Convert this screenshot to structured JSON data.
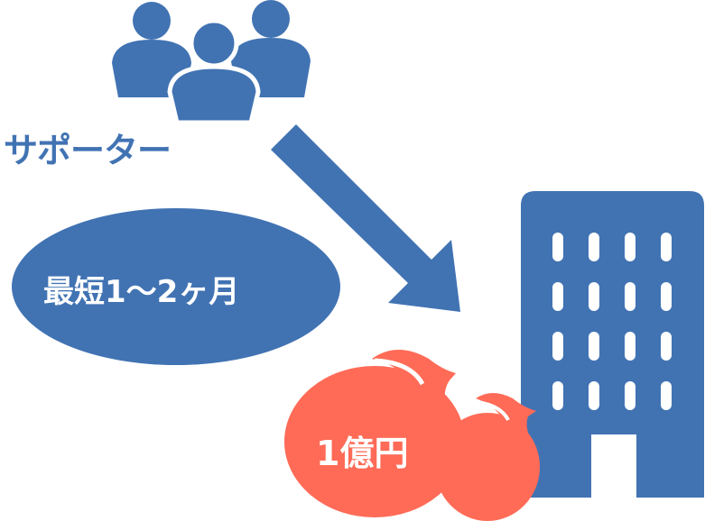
{
  "labels": {
    "supporter": "サポーター",
    "period": "最短1〜2ヶ月",
    "amount": "1億円"
  },
  "colors": {
    "blue": "#4173B3",
    "coral": "#FF6B57"
  },
  "icons": [
    "people-group-icon",
    "arrow-down-right-icon",
    "office-building-icon",
    "money-bag-icon"
  ]
}
